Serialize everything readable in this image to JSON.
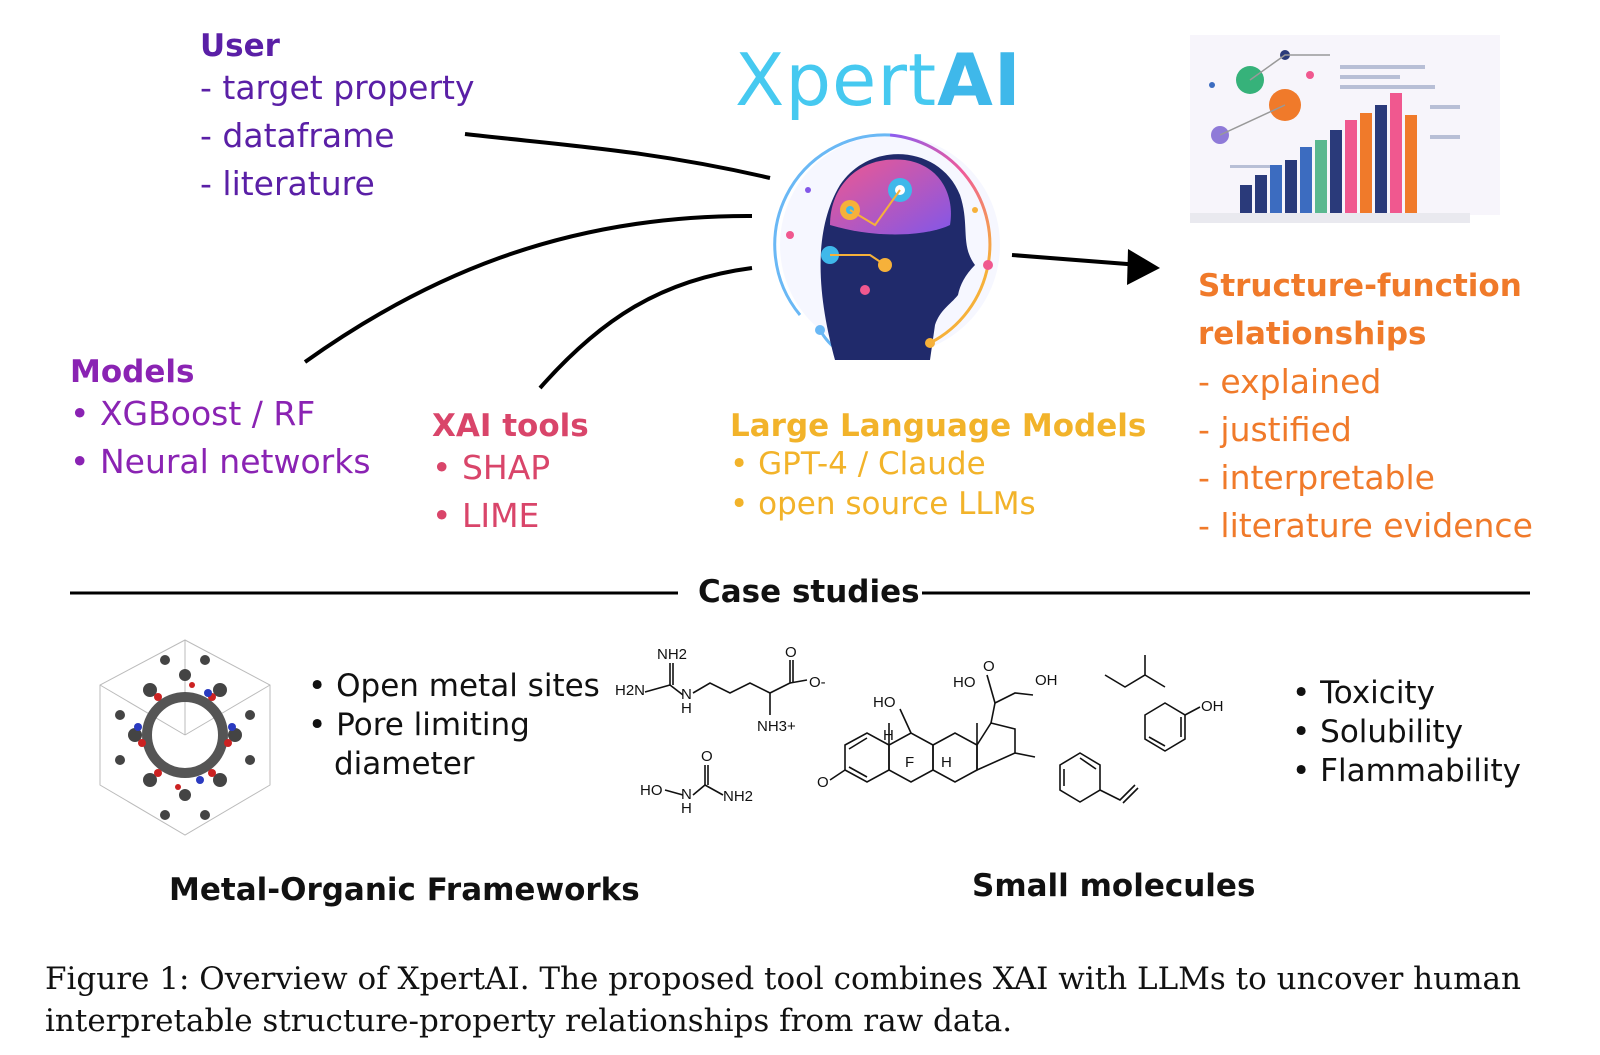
{
  "brand": {
    "part1": "Xpert",
    "part2": "AI"
  },
  "user": {
    "heading": "User",
    "items": [
      "- target property",
      "- dataframe",
      "- literature"
    ]
  },
  "models": {
    "heading": "Models",
    "items": [
      "• XGBoost / RF",
      "• Neural networks"
    ]
  },
  "xai": {
    "heading": "XAI tools",
    "items": [
      "• SHAP",
      "• LIME"
    ]
  },
  "llm": {
    "heading": "Large Language Models",
    "items": [
      "• GPT-4 / Claude",
      "• open source LLMs"
    ]
  },
  "output": {
    "heading_line1": "Structure-function",
    "heading_line2": "relationships",
    "items": [
      "- explained",
      "- justified",
      "- interpretable",
      "- literature evidence"
    ]
  },
  "case_studies": {
    "title": "Case studies",
    "mof": {
      "title": "Metal-Organic Frameworks",
      "bullets": [
        "• Open metal sites",
        "• Pore limiting",
        "diameter"
      ]
    },
    "small_molecules": {
      "title": "Small molecules",
      "bullets": [
        "• Toxicity",
        "• Solubility",
        "• Flammability"
      ]
    }
  },
  "chem_labels": {
    "nh2_top": "NH2",
    "h2n": "H2N",
    "n_guan": "N",
    "h_guan": "H",
    "o_carbox": "O",
    "o_minus": "O-",
    "nh3": "NH3+",
    "ho_urea": "HO",
    "n_urea": "N",
    "h_urea": "H",
    "o_urea": "O",
    "nh2_urea": "NH2",
    "ho_left": "HO",
    "ho_mid": "HO",
    "o_ketone": "O",
    "oh_side": "OH",
    "f": "F",
    "h1": "H",
    "h2": "H",
    "o_ring": "O",
    "oh_phenol": "OH"
  },
  "caption": {
    "line1": "Figure 1: Overview of XpertAI. The proposed tool combines XAI with LLMs to uncover human",
    "line2": "interpretable structure-property relationships from raw data."
  },
  "colors": {
    "user": "#5a1fa6",
    "models": "#8a23b3",
    "xai": "#d9456a",
    "llm": "#f2b32a",
    "output": "#f07a2a",
    "brand": "#46c9f0"
  }
}
